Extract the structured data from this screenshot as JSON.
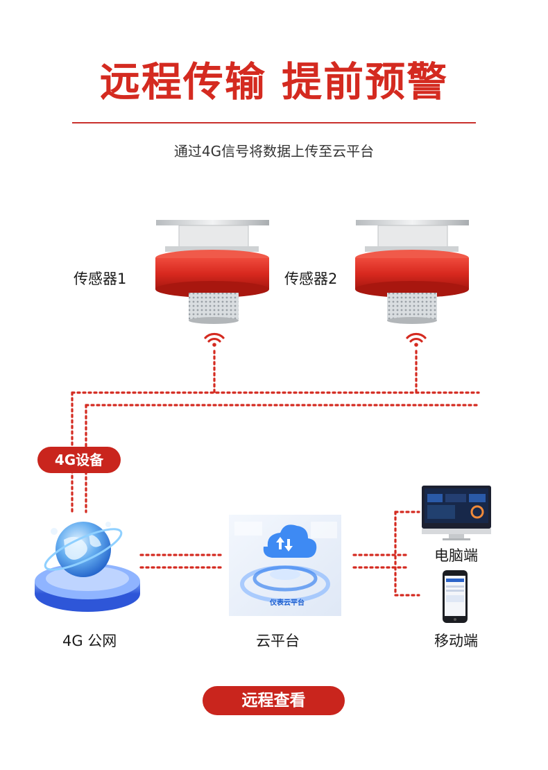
{
  "header": {
    "title": "远程传输 提前预警",
    "subtitle": "通过4G信号将数据上传至云平台"
  },
  "sensors": [
    {
      "label": "传感器1"
    },
    {
      "label": "传感器2"
    }
  ],
  "network": {
    "device_badge": "4G设备",
    "public_net_label": "4G 公网",
    "cloud_label": "云平台",
    "cloud_inner_text": "仪表云平台"
  },
  "clients": {
    "pc_label": "电脑端",
    "mobile_label": "移动端"
  },
  "footer": {
    "button_label": "远程查看"
  },
  "colors": {
    "accent_red": "#c9251d",
    "title_red": "#d42a20",
    "sensor_red": "#d8291f"
  }
}
